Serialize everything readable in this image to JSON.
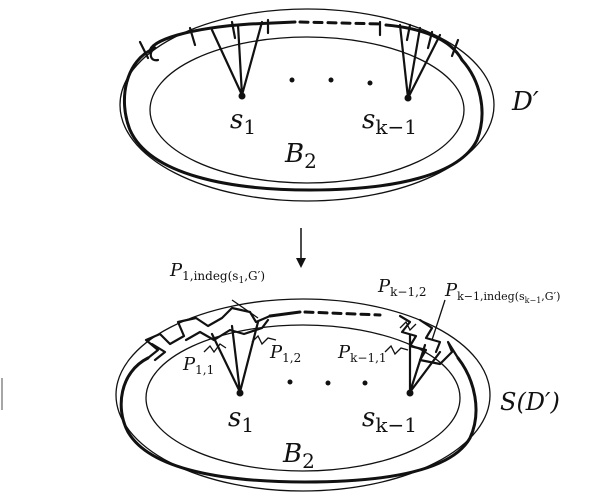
{
  "top": {
    "vertex_first": "s",
    "vertex_first_sub": "1",
    "vertex_last": "s",
    "vertex_last_sub": "k−1",
    "region": "B",
    "region_sub": "2",
    "surface": "D′"
  },
  "bottom": {
    "vertex_first": "s",
    "vertex_first_sub": "1",
    "vertex_last": "s",
    "vertex_last_sub": "k−1",
    "region": "B",
    "region_sub": "2",
    "surface": "S(D′)",
    "paths": {
      "p11": {
        "base": "P",
        "sub": "1,1"
      },
      "p12": {
        "base": "P",
        "sub": "1,2"
      },
      "p1deg": {
        "base": "P",
        "sub": "1,indeg(s",
        "sub_inner": "1",
        "sub_tail": ",G′)"
      },
      "pk1": {
        "base": "P",
        "sub": "k−1,1"
      },
      "pk2": {
        "base": "P",
        "sub": "k−1,2"
      },
      "pkdeg": {
        "base": "P",
        "sub": "k−1,indeg(s",
        "sub_inner": "k−1",
        "sub_tail": ",G′)"
      }
    }
  }
}
